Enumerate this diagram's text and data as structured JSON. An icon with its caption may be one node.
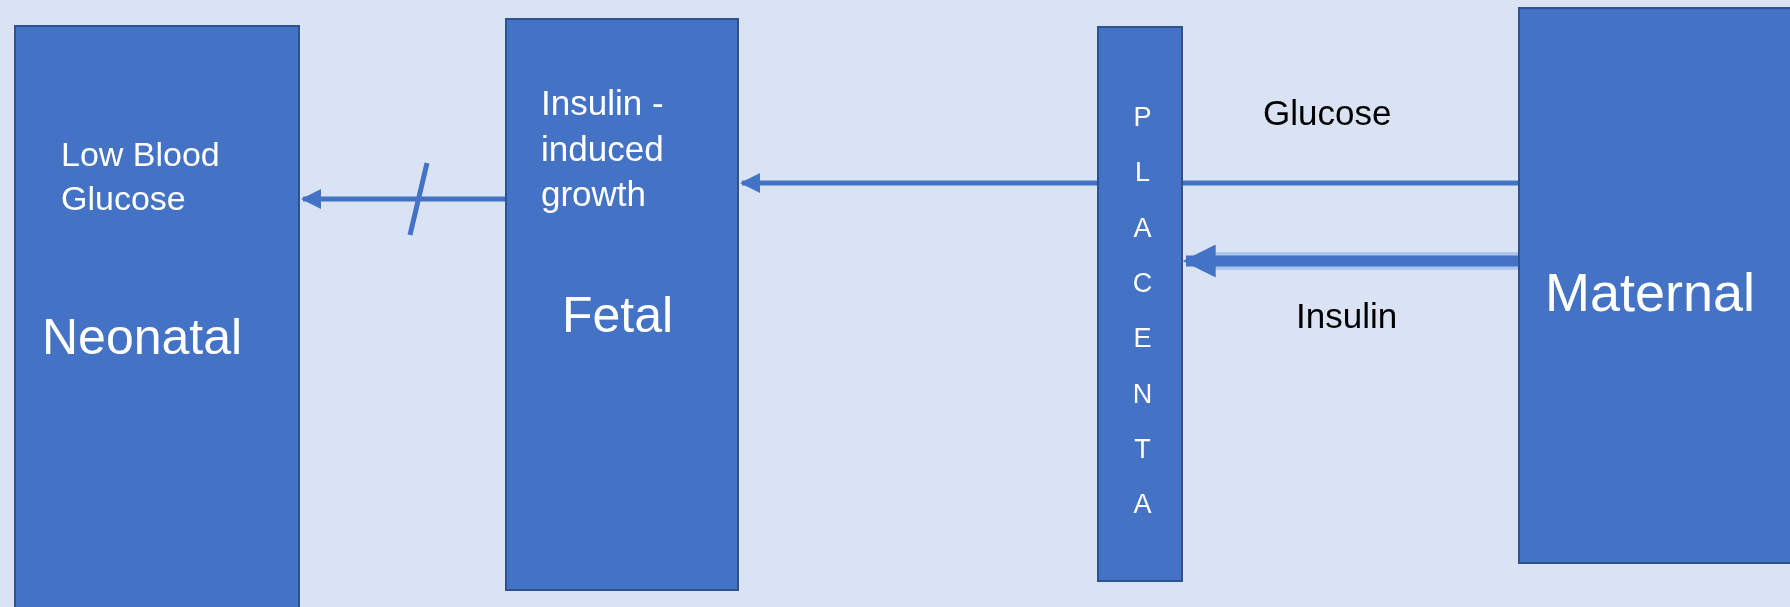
{
  "diagram": {
    "nodes": [
      {
        "text": [
          "Low Blood Glucose",
          "Neonatal"
        ]
      },
      {
        "text": [
          "Insulin - induced growth",
          "Fetal"
        ]
      },
      {
        "text": [
          "PLACENTA"
        ]
      },
      {
        "text": [
          "Maternal"
        ]
      }
    ],
    "edges": [
      {
        "from": 3,
        "to": 2,
        "arrow": "none",
        "label": "Glucose"
      },
      {
        "from": 2,
        "to": 1,
        "arrow": "to"
      },
      {
        "from": 3,
        "to": 2,
        "arrow": "to",
        "label": "Insulin",
        "style": "thick"
      },
      {
        "from": 1,
        "to": 0,
        "arrow": "to"
      }
    ]
  }
}
